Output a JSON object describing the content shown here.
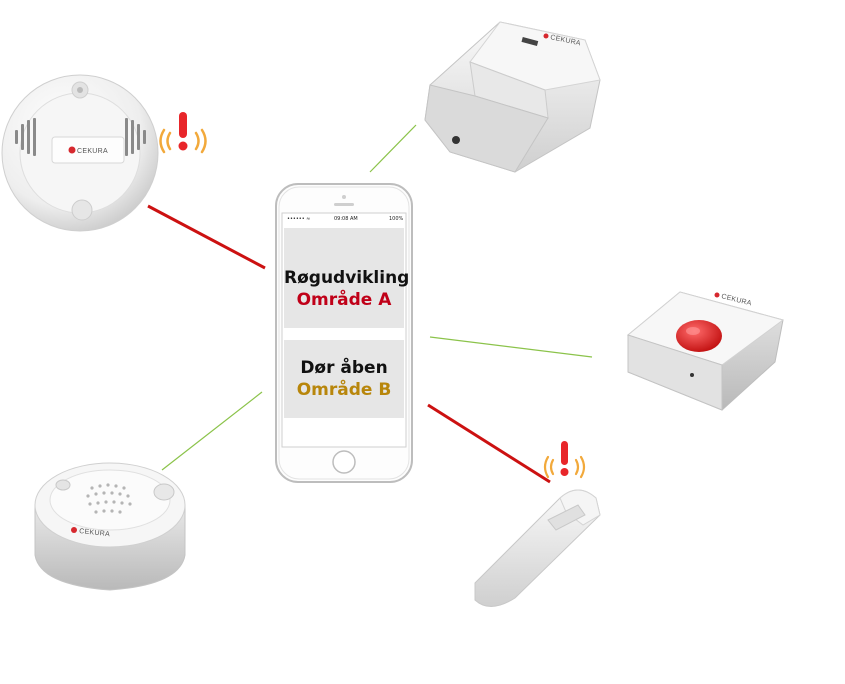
{
  "phone": {
    "status_carrier": "•••••• ≈",
    "status_time": "09:08 AM",
    "status_battery": "100%"
  },
  "cards": [
    {
      "title": "Røgudvikling",
      "area": "Område A",
      "area_color": "#c00018"
    },
    {
      "title": "Dør åben",
      "area": "Område B",
      "area_color": "#b8860b"
    }
  ],
  "brand": "CEKURA",
  "colors": {
    "alarm_link": "#cc1111",
    "normal_link": "#8bc34a",
    "alert_icon": "#e8262a",
    "alert_waves": "#f2a93b",
    "panic_button": "#e02a2a"
  },
  "devices": [
    {
      "name": "smoke-detector",
      "alerting": true
    },
    {
      "name": "motion-sensor",
      "alerting": false
    },
    {
      "name": "panic-button",
      "alerting": false
    },
    {
      "name": "door-sensor",
      "alerting": true
    },
    {
      "name": "siren",
      "alerting": false
    }
  ]
}
